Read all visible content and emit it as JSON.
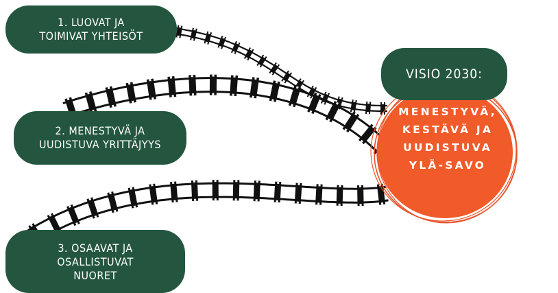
{
  "pathways": [
    {
      "lines": [
        "1. LUOVAT JA",
        "TOIMIVAT YHTEISÖT"
      ]
    },
    {
      "lines": [
        "2. MENESTYVÄ JA",
        "UUDISTUVA YRITTÄJYYS"
      ]
    },
    {
      "lines": [
        "3. OSAAVAT JA",
        "OSALLISTUVAT",
        "NUORET"
      ]
    }
  ],
  "vision": {
    "label": "VISIO 2030:",
    "lines": [
      "MENESTYVÄ,",
      "KESTÄVÄ JA",
      "UUDISTUVA",
      "YLÄ-SAVO"
    ]
  },
  "colors": {
    "pill": "#24563f",
    "circle": "#f15a29",
    "circle_outline": "#e8542a",
    "rail": "#111111",
    "tie": "#111111",
    "background": "#ffffff"
  }
}
